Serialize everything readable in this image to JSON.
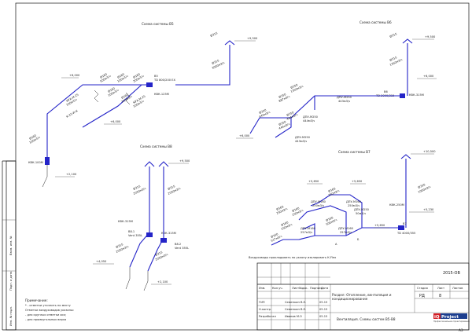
{
  "schemes": {
    "v5": {
      "title": "Схема системы В5"
    },
    "v6": {
      "title": "Схема системы В6"
    },
    "v7": {
      "title": "Схема системы В7"
    },
    "v8": {
      "title": "Схема системы В8"
    }
  },
  "v5": {
    "level_top": "+9,500",
    "d_top": "Ø315",
    "d_riser": "Ø315",
    "flow_riser": "3000м3/ч",
    "level_mid": "+6,000",
    "d1": "Ø160",
    "f1": "500м3/ч",
    "d2": "Ø160",
    "f2": "100м3/ч",
    "d3": "Ø160",
    "f3": "200м3/ч",
    "v_label": "В5",
    "td_label": "TD 800/200 EX",
    "kvk": "КВК-125М",
    "d4": "Ø160",
    "f4": "100м3/ч",
    "d5": "Ø160",
    "f5": "300м3/ч",
    "kua1": "КУА-М-25",
    "kua1_flow": "100м3/ч",
    "kua2": "КУА-М-25",
    "kua2_flow": "100м3/ч",
    "ku": "К-25-И-К",
    "level_lower": "+6,000",
    "d6": "Ø160",
    "f6": "100м3/ч",
    "kvk_base": "КВК-100М",
    "level_base": "+2,100"
  },
  "v6": {
    "level_top": "+9,500",
    "d_top": "Ø315",
    "d_riser": "Ø315",
    "flow_riser": "1350м3/ч",
    "level_mid": "+6,000",
    "v_label": "В6",
    "td_label": "TD 2000/315",
    "kvk": "КВК-315М",
    "d1": "Ø250",
    "f1": "1350м3/ч",
    "d2": "Ø250",
    "f2": "887м3/ч",
    "dpu1": "ДПУ-М250",
    "dpu1_flow": "443м3/ч",
    "d3": "Ø250",
    "f3": "443м3/ч",
    "d4": "Ø250",
    "f4": "444м3/ч",
    "dpu2": "ДПУ-М250",
    "dpu2_flow": "444м3/ч",
    "d5": "Ø250",
    "f5": "444м3/ч",
    "dpu3": "ДПУ-М250",
    "dpu3_flow": "443м3/ч",
    "level_low": "+6,000"
  },
  "v7": {
    "level_top": "+10,500",
    "d_top": "Ø250",
    "flow_riser": "1000м3/ч",
    "level_mid": "+5,230",
    "kvk": "КВК-250М",
    "v_label": "В7",
    "td_label": "TD 4000/355",
    "level_a": "+5,650",
    "level_b": "+5,650",
    "level_c": "+5,650",
    "d1": "Ø160",
    "f1": "250м3/ч",
    "dpu1": "ДПУ-М160",
    "dpu1_flow": "250м3/ч",
    "d2": "Ø160",
    "f2": "250м3/ч",
    "dpu2": "ДПУ-М160",
    "dpu2_flow": "250м3/ч",
    "dpu3": "ДПУ-М250",
    "dpu3_flow": "50м3/ч",
    "d3": "Ø160",
    "f3": "250м3/ч",
    "d4": "Ø160",
    "f4": "500м3/ч",
    "d5": "Ø160",
    "f5": "250м3/ч",
    "dpu4": "ДПУ-М160",
    "dpu4_flow": "257м3/ч",
    "dpu5": "ДПУ-М160",
    "dpu5_flow": "257м3/ч",
    "d6": "Ø160",
    "f6": "517м3/ч",
    "mark_a": "А",
    "mark_b": "Б"
  },
  "v8": {
    "level_top": "+9,500",
    "d_left": "Ø315",
    "f_left": "2030м3/ч",
    "d_right": "Ø315",
    "f_right": "2030м3/ч",
    "kvk1": "КВК-315М",
    "kvk2": "КВК-315М",
    "v1": "В8.1",
    "v1_fan": "Vent 355L",
    "v2": "В8.2",
    "v2_fan": "Vent 355L",
    "d_l2": "Ø315",
    "f_l2": "2030м3/ч",
    "d_r2": "Ø315",
    "f_r2": "2030м3/ч",
    "level_low": "+4,050",
    "level_base": "+2,100"
  },
  "notes": {
    "air_intake": "Воздуховоды прокладывать по уклону изолировать К-Flex",
    "title": "Примечание:",
    "line1": "* - отметки уточнить по месту",
    "line2": "Отметки воздуховодов указаны:",
    "line3": "- для круглых отметки оси;",
    "line4": "- для прямоугольных верха"
  },
  "side_stamp": {
    "inv_orig": "Инв. № подл.",
    "sign_date": "Подп. и дата",
    "inv_dup": "Взам. инв. №"
  },
  "stamp": {
    "code": "2015-ОВ",
    "col_change": "Изм.",
    "col_count": "Кол.уч.",
    "col_sheet": "Лист",
    "col_doc": "№док.",
    "col_sign": "Подпись",
    "col_date": "Дата",
    "role1": "ГИП",
    "name1": "Семенкин В.Е.",
    "date1": "05.15",
    "role2": "Н.контр.",
    "name2": "Семенкин В.Е.",
    "date2": "05.15",
    "role3": "Разработал",
    "name3": "Иванов М.О",
    "date3": "05.15",
    "section": "Раздел: Отопление, вентиляция и кондиционирование",
    "sheet_title": "Вентиляция. Схемы систем В5-В8",
    "stage_h": "Стадия",
    "sheet_h": "Лист",
    "sheets_h": "Листов",
    "stage": "РД",
    "sheet": "8",
    "sheets": "",
    "logo_main": "Project",
    "logo_prefix": "iQ",
    "logo_tag": "Профессиональное проектирование",
    "format": "А3"
  }
}
